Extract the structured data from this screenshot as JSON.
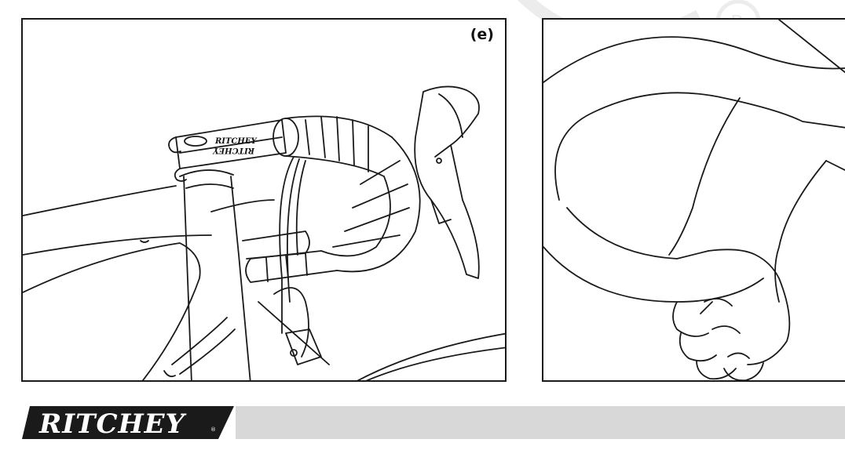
{
  "figure_label": "(e)",
  "stem_brand_top": "RITCHEY",
  "stem_brand_bottom": "RITCHEY",
  "logo": {
    "text": "RITCHEY",
    "mark": "®"
  },
  "colors": {
    "line": "#1a1a1a",
    "footer_bar": "#d8d8d8",
    "logo_bg": "#1a1a1a",
    "logo_text": "#ffffff"
  }
}
